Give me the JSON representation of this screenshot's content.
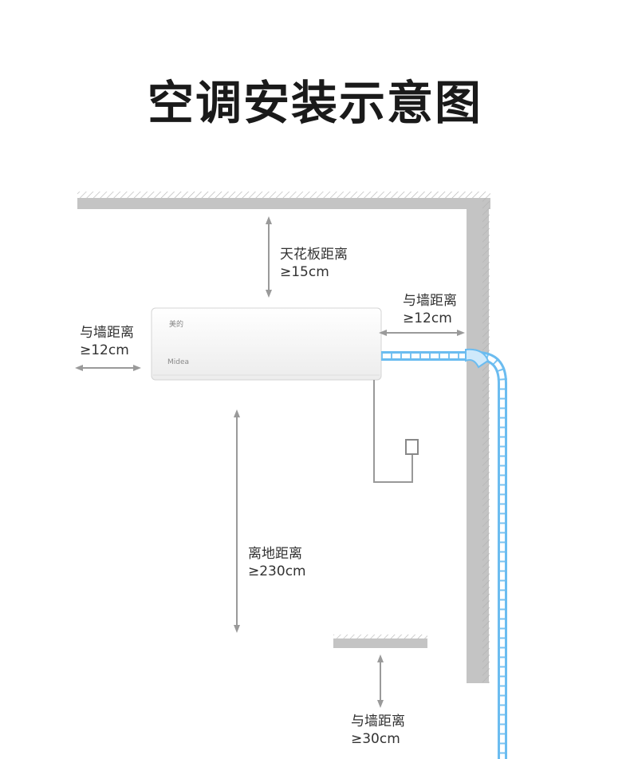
{
  "title": "空调安装示意图",
  "labels": {
    "ceiling": {
      "line1": "天花板距离",
      "line2": "≥15cm"
    },
    "right_wall": {
      "line1": "与墙距离",
      "line2": "≥12cm"
    },
    "left_wall": {
      "line1": "与墙距离",
      "line2": "≥12cm"
    },
    "floor": {
      "line1": "离地距离",
      "line2": "≥230cm"
    },
    "bottom": {
      "line1": "与墙距离",
      "line2": "≥30cm"
    }
  },
  "unit": {
    "logo_text": "美的",
    "brand_text": "Midea"
  },
  "colors": {
    "wall": "#c4c4c4",
    "pipe": "#6bbcf0",
    "arrow": "#9a9a9a",
    "unit_body": "#f8f8f8"
  }
}
